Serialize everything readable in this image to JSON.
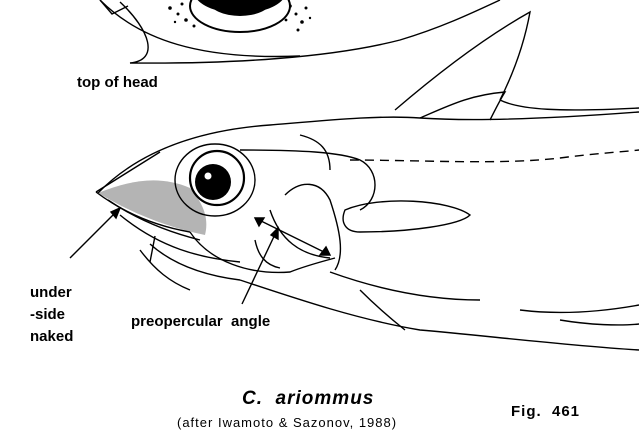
{
  "labels": {
    "top_of_head": "top of head",
    "underside_line1": "under",
    "underside_line2": "-side",
    "underside_line3": "naked",
    "preopercular_angle": "preopercular  angle"
  },
  "caption": {
    "species": "C.  ariommus",
    "citation": "(after Iwamoto & Sazonov, 1988)",
    "figure_number": "Fig.  461"
  },
  "colors": {
    "ink": "#000000",
    "background": "#ffffff"
  }
}
